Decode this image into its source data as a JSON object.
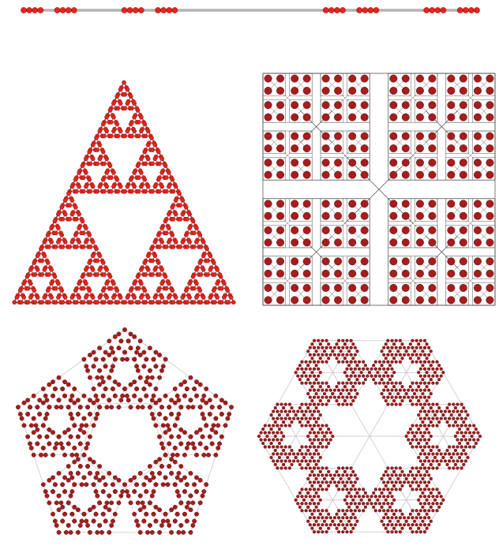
{
  "figure": {
    "panels": [
      {
        "name": "cantor-line-fractal",
        "shape": "line",
        "level": 4
      },
      {
        "name": "sierpinski-triangle-fractal",
        "shape": "triangle",
        "level": 5
      },
      {
        "name": "square-fractal",
        "shape": "square",
        "level": 4
      },
      {
        "name": "pentagon-fractal",
        "shape": "pentagon",
        "level": 3
      },
      {
        "name": "hexagon-fractal",
        "shape": "hexagon",
        "level": 3
      }
    ],
    "colors": {
      "node_bright": "#e8241c",
      "node_dark": "#a51d1d",
      "node_stroke": "#7a1010",
      "edge_light": "#c8c8c8",
      "edge_dark": "#4a4a4a",
      "line_base": "#b3b3b3"
    }
  }
}
